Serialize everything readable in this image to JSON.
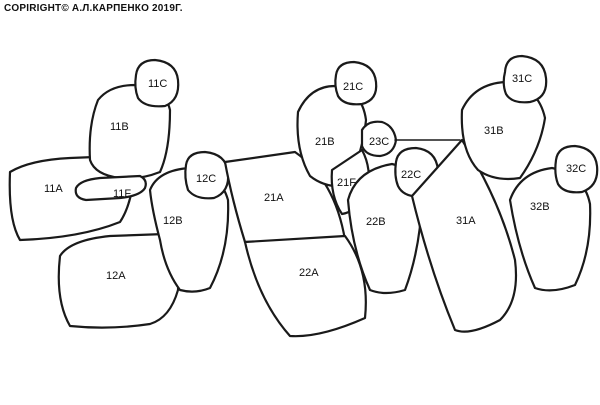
{
  "copyright": "COPIRIGHT© А.Л.КАРПЕНКО 2019Г.",
  "labels": {
    "l11C": "11C",
    "l11B": "11B",
    "l11A": "11A",
    "l11F": "11F",
    "l12C": "12C",
    "l12B": "12B",
    "l12A": "12A",
    "l21C": "21C",
    "l21B": "21B",
    "l23C": "23C",
    "l21F": "21F",
    "l21A": "21A",
    "l22C": "22C",
    "l22B": "22B",
    "l22A": "22A",
    "l31C": "31C",
    "l31B": "31B",
    "l31A": "31A",
    "l32C": "32C",
    "l32B": "32B"
  }
}
